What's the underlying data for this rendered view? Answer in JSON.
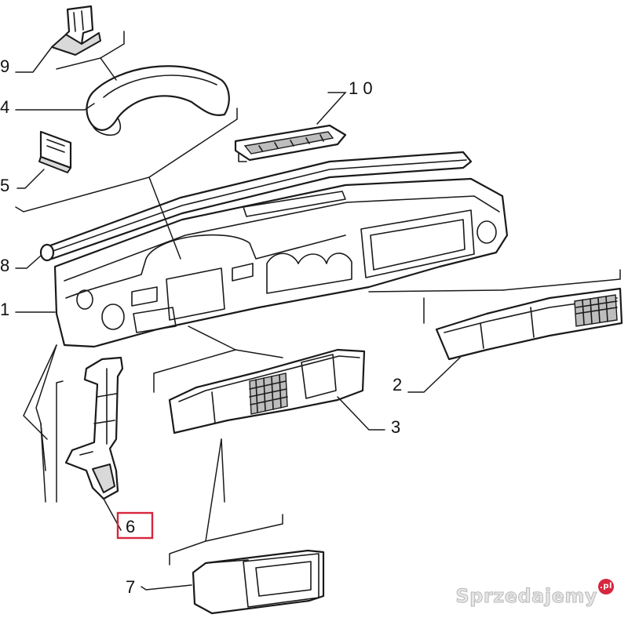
{
  "callouts": {
    "c1": "1",
    "c2": "2",
    "c3": "3",
    "c4": "4",
    "c5": "5",
    "c6": "6",
    "c7": "7",
    "c8": "8",
    "c9": "9",
    "c10": "1 0"
  },
  "highlighted_callout": "6",
  "highlight_color": "#d7263d",
  "watermark": {
    "text": "Sprzedajemy",
    "badge": ".pl"
  }
}
